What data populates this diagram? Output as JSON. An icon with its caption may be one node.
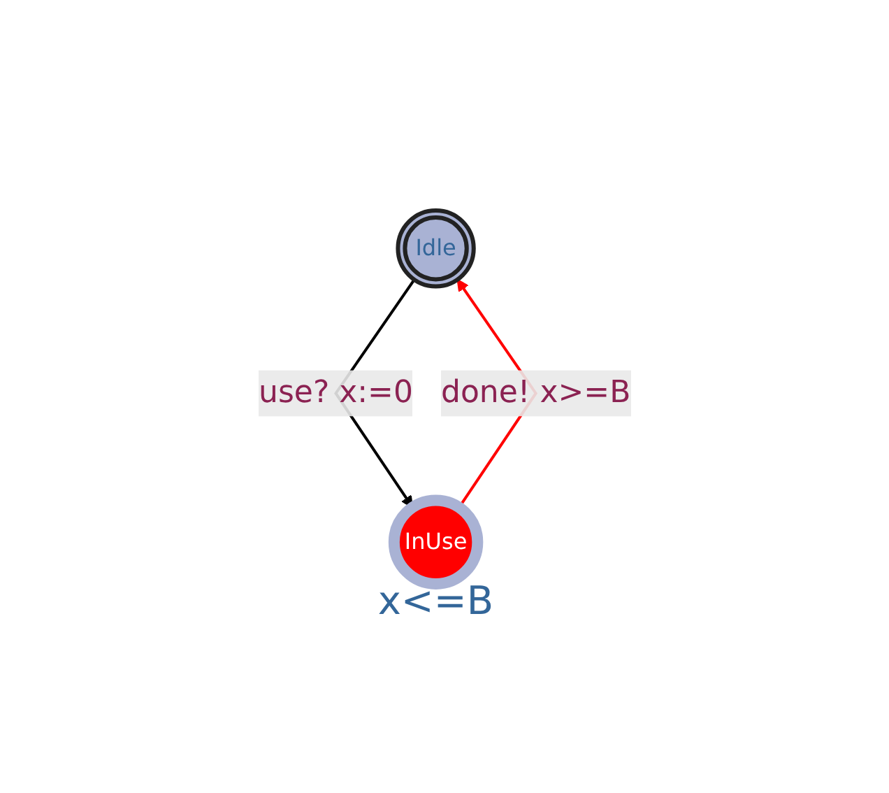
{
  "diagram": {
    "nodes": [
      {
        "text": [
          "Idle"
        ]
      },
      {
        "text": [
          "InUse"
        ],
        "beside": [
          "x<=B"
        ]
      }
    ],
    "edges": [
      {
        "from": 0,
        "to": 1,
        "arrow": "to",
        "label": "use? x:=0"
      },
      {
        "from": 1,
        "to": 0,
        "arrow": "to",
        "label": "done! x>=B",
        "color": "#ff0000"
      }
    ]
  }
}
